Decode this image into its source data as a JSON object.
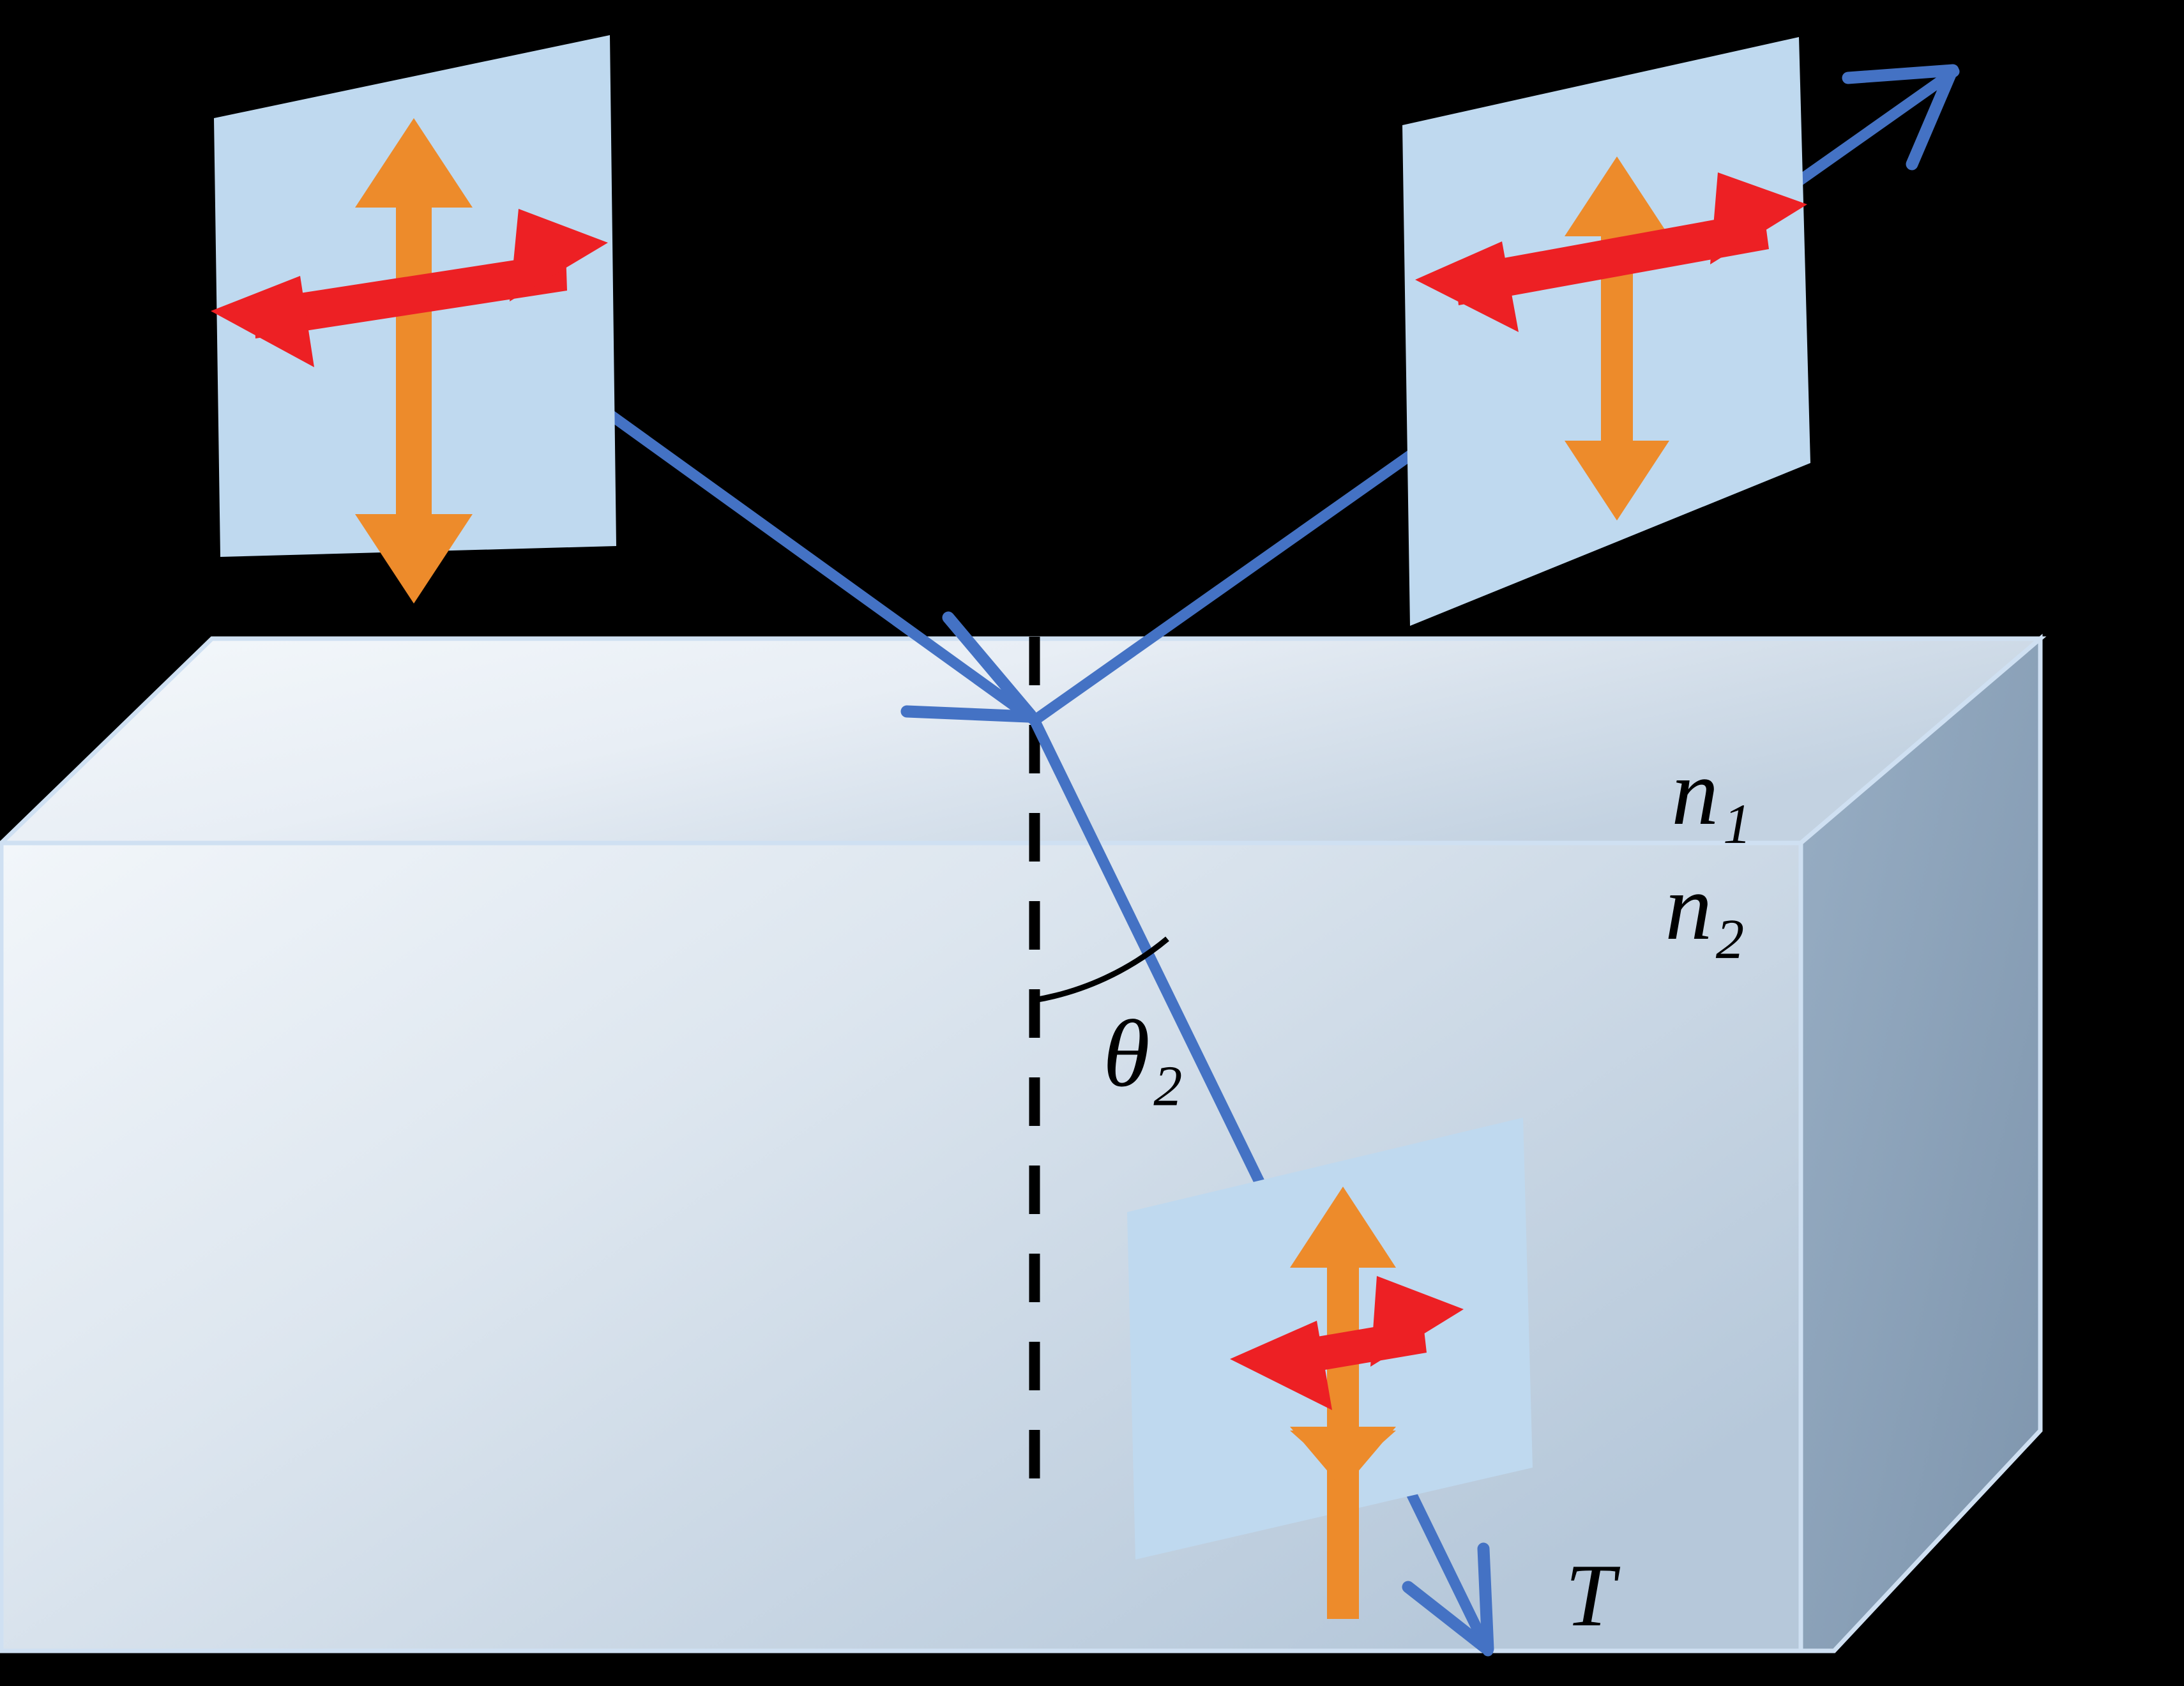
{
  "figure": {
    "title": "Refraction and reflection of unpolarized light at a dielectric interface",
    "background_color": "#000000",
    "labels": {
      "n1": "n₁",
      "n2": "n₂",
      "theta2": "θ₂",
      "transmitted": "T"
    },
    "colors": {
      "ray": "#4472c4",
      "polarization_parallel": "#ed2024",
      "polarization_perpendicular": "#ed8b2b",
      "plane_fill": "#bfd9ef",
      "block_top": "#eef3f8",
      "block_front": "#d6e0ea",
      "block_side": "#8ba0b6",
      "block_edge": "#cfe0f2",
      "normal_line": "#000000"
    },
    "block": {
      "description": "semi-infinite transparent medium drawn as a 3D box",
      "top_face_label": "n1",
      "bottom_face_label": "n2"
    },
    "normal": {
      "style": "dashed",
      "orientation": "vertical",
      "description": "surface normal at point of incidence"
    },
    "rays": [
      {
        "name": "incident-ray",
        "from": "upper-left",
        "to": "interface",
        "arrow": "at-interface",
        "label": ""
      },
      {
        "name": "reflected-ray",
        "from": "interface",
        "to": "upper-right",
        "arrow": "at-end",
        "label": ""
      },
      {
        "name": "transmitted-ray",
        "from": "interface",
        "to": "lower-right-inside-medium",
        "arrow": "at-end",
        "label": "T"
      }
    ],
    "polarization_planes": [
      {
        "name": "incident-polarization-plane",
        "position": "upper-left",
        "parallel_arrow_scale": "full",
        "perpendicular_arrow_scale": "full",
        "note": "unpolarized: equal s and p components"
      },
      {
        "name": "reflected-polarization-plane",
        "position": "upper-right",
        "parallel_arrow_scale": "full",
        "perpendicular_arrow_scale": "reduced",
        "note": "reflected light is partially polarized: perpendicular component reduced"
      },
      {
        "name": "transmitted-polarization-plane",
        "position": "inside-medium",
        "parallel_arrow_scale": "reduced",
        "perpendicular_arrow_scale": "full",
        "note": "transmitted light is partially polarized: parallel component reduced"
      }
    ],
    "angle_arc": {
      "name": "theta2-arc",
      "between": [
        "normal",
        "transmitted-ray"
      ],
      "label": "θ₂"
    }
  }
}
